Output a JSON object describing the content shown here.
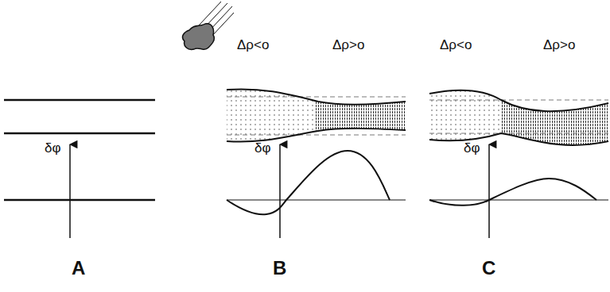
{
  "diagram": {
    "labels": [
      "Δρ<o",
      "Δρ>o",
      "Δρ<o",
      "Δρ>o",
      "δφ",
      "δφ",
      "δφ",
      "A",
      "B",
      "C"
    ]
  }
}
